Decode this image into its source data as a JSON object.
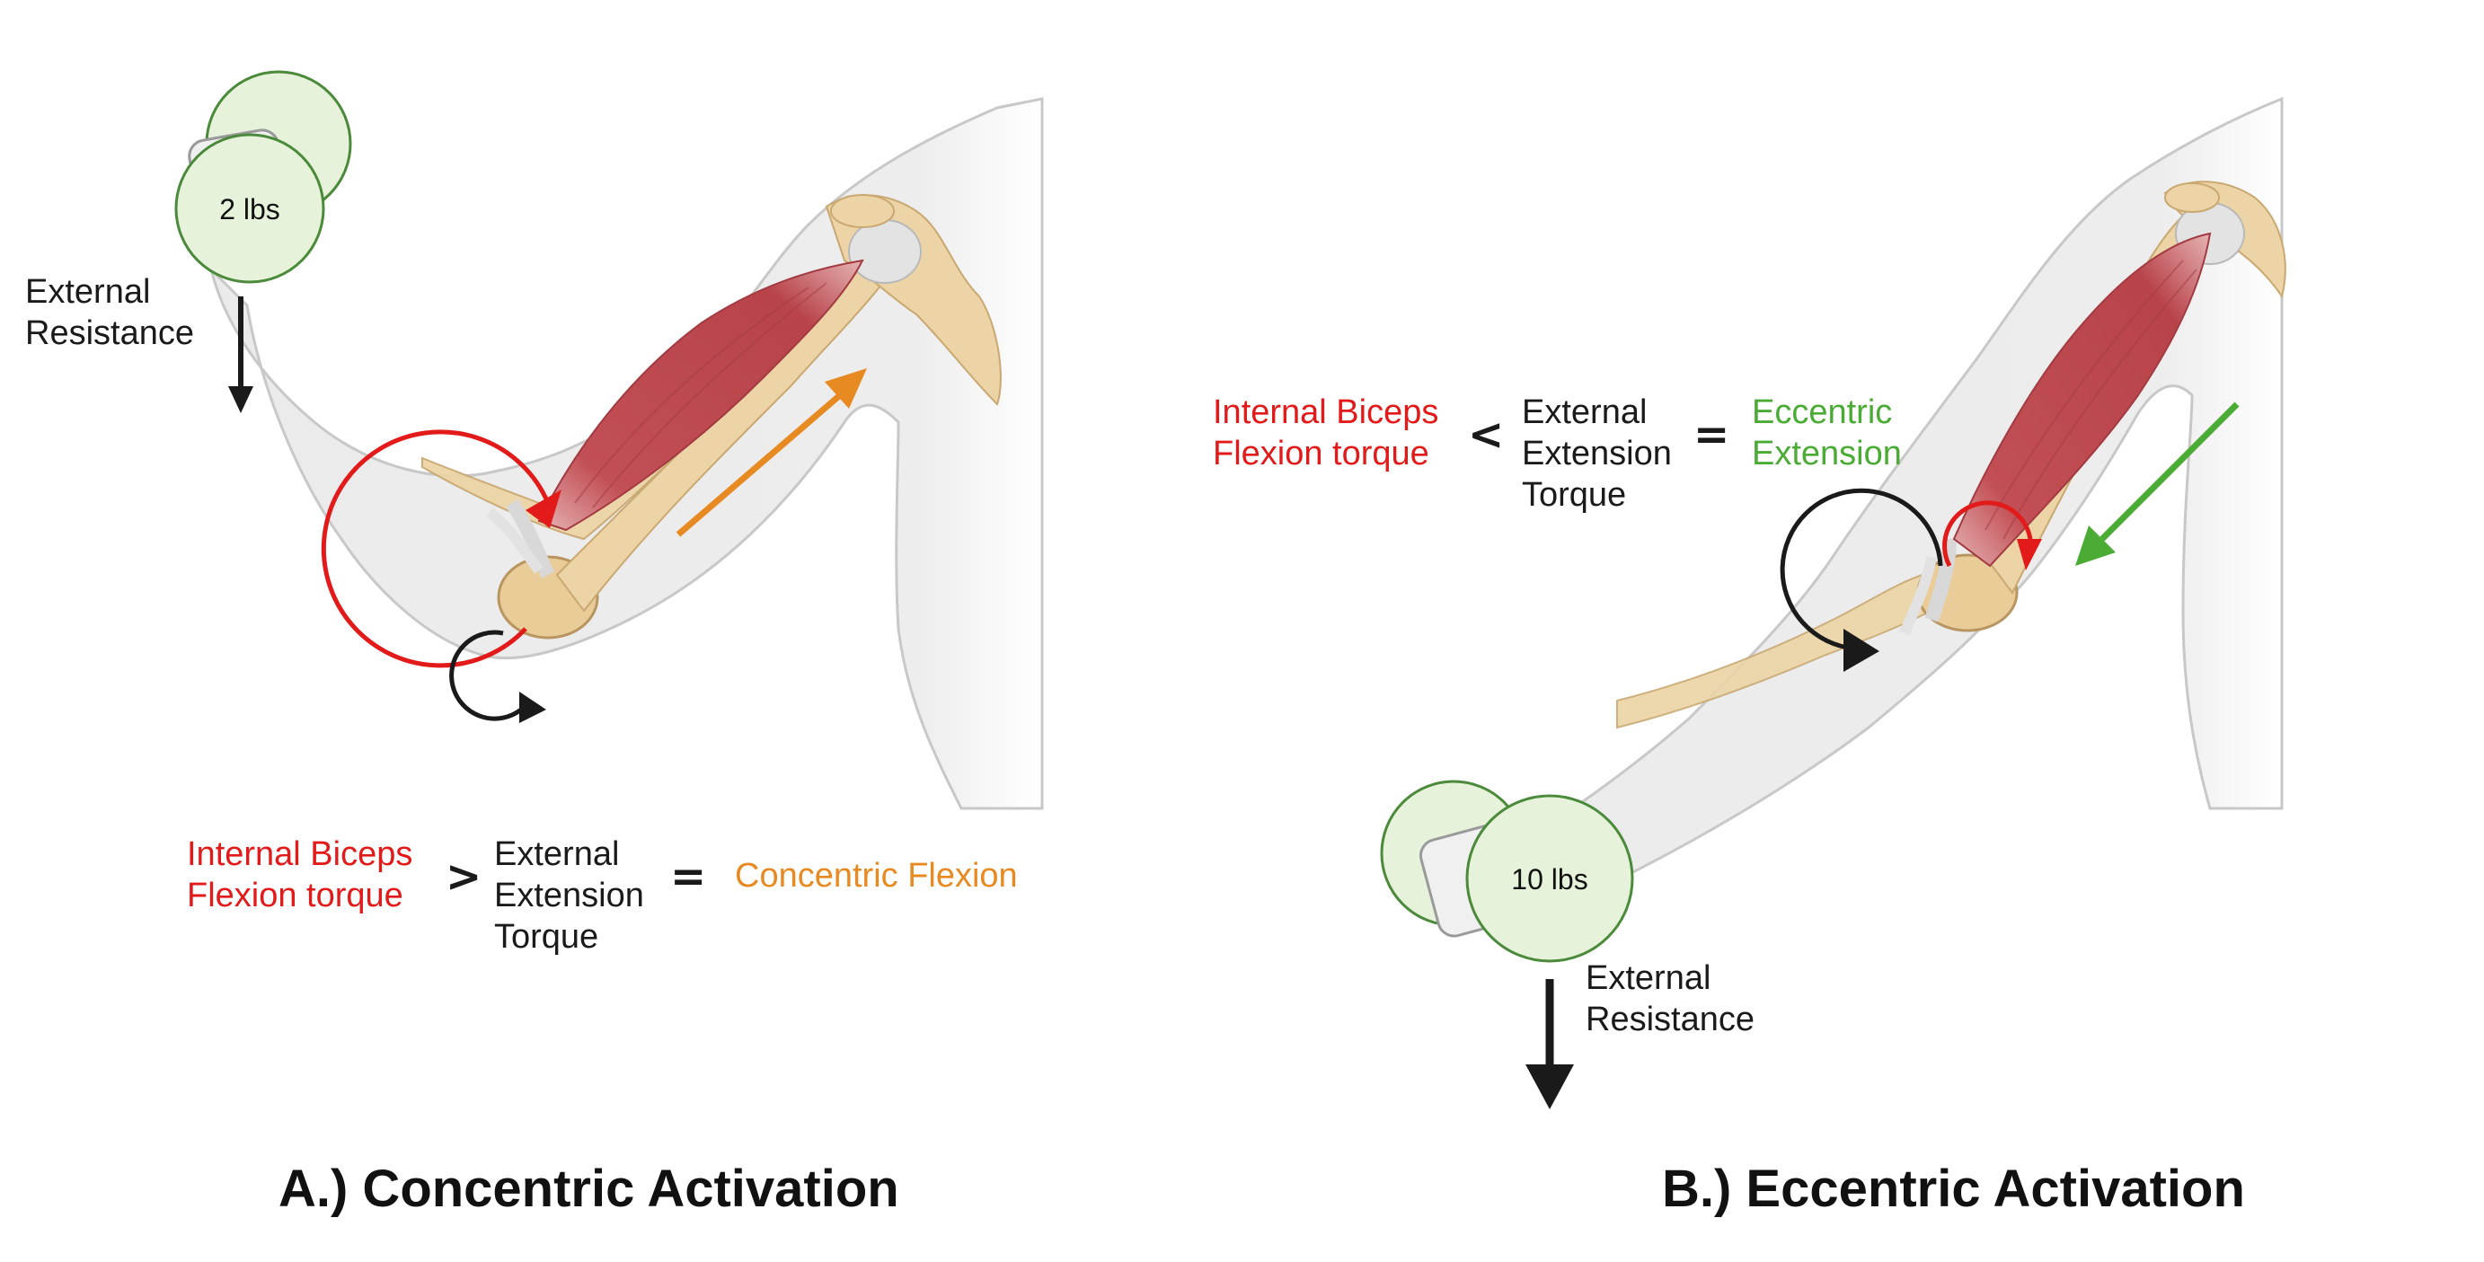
{
  "panel_a": {
    "weight_label": "2 lbs",
    "external_resistance": "External\nResistance",
    "internal_torque": "Internal Biceps\nFlexion torque",
    "comparison": ">",
    "external_torque": "External\nExtension\nTorque",
    "equals": "=",
    "result": "Concentric Flexion",
    "caption": "A.) Concentric Activation"
  },
  "panel_b": {
    "weight_label": "10 lbs",
    "external_resistance": "External\nResistance",
    "internal_torque": "Internal Biceps\nFlexion torque",
    "comparison": "<",
    "external_torque": "External\nExtension\nTorque",
    "equals": "=",
    "result": "Eccentric\nExtension",
    "caption": "B.) Eccentric Activation"
  },
  "colors": {
    "internal": "#e21a1a",
    "concentric": "#e88a22",
    "eccentric": "#4aab35",
    "muscle": "#c65a5e",
    "bone": "#ecd4a6",
    "skin": "#ececec",
    "weight_fill": "#e6f2d9",
    "weight_stroke": "#4a8a3a"
  }
}
